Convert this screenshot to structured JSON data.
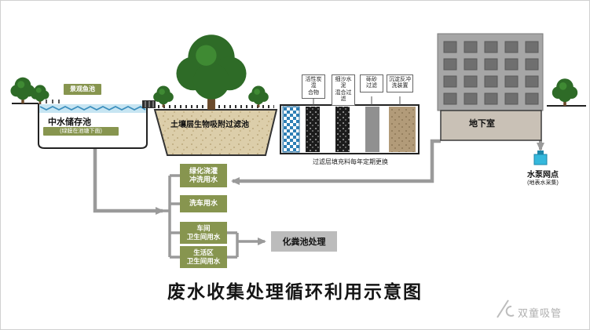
{
  "page": {
    "title": "废水收集处理循环利用示意图",
    "watermark": "双童吸管"
  },
  "pond": {
    "fish_pond_label": "景观鱼池",
    "storage_label": "中水储存池",
    "storage_sub": "(绿膜在池塘下面)"
  },
  "soil_filter": {
    "label": "土壤层生物吸附过滤池"
  },
  "filter_unit": {
    "column_labels": [
      "活性炭混\n合物",
      "细沙水泥\n混合过滤",
      "砾砂\n过滤",
      "沉淀反冲\n洗装置"
    ],
    "note": "过滤层填充料每年定期更换"
  },
  "building": {
    "basement_label": "地下室"
  },
  "pump": {
    "label": "水泵网点",
    "sub": "(地表水采集)"
  },
  "usage": {
    "boxes": [
      "绿化浇灌\n冲洗用水",
      "洗车用水",
      "车间\n卫生间用水",
      "生活区\n卫生间用水"
    ],
    "septic": "化粪池处理"
  },
  "colors": {
    "accent_green": "#87954f",
    "pipe_gray": "#9a9a9a",
    "sand": "#dcceaa",
    "water_blue": "#c7e5f2"
  }
}
